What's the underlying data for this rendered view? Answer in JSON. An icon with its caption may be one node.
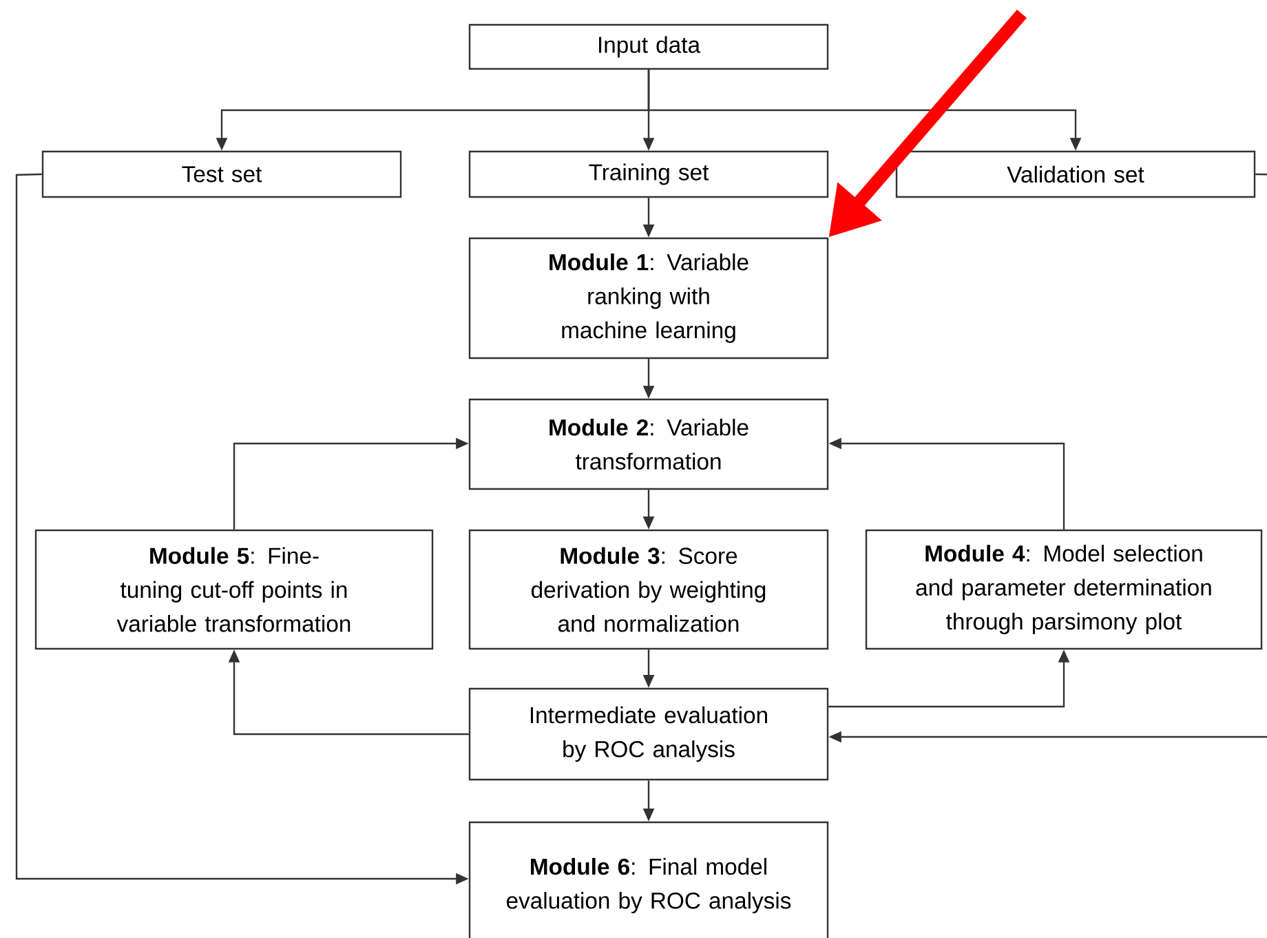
{
  "diagram": {
    "nodes": [
      {
        "text": [
          "Input data"
        ]
      },
      {
        "text": [
          "Test set"
        ]
      },
      {
        "text": [
          "Training set"
        ]
      },
      {
        "text": [
          "Validation set"
        ]
      },
      {
        "text": [
          "**Module 1**: Variable ranking with machine learning"
        ]
      },
      {
        "text": [
          "**Module 2**: Variable transformation"
        ]
      },
      {
        "text": [
          "**Module 5**: Fine-tuning cut-off points in variable transformation"
        ]
      },
      {
        "text": [
          "**Module 3**: Score derivation by weighting and normalization"
        ]
      },
      {
        "text": [
          "**Module 4**: Model selection and parameter determination through parsimony plot"
        ]
      },
      {
        "text": [
          "Intermediate evaluation by ROC analysis"
        ]
      },
      {
        "text": [
          "**Module 6**: Final model evaluation by ROC analysis"
        ]
      }
    ],
    "edges": [
      {
        "from": 0,
        "to": 1,
        "arrow": "to"
      },
      {
        "from": 0,
        "to": 2,
        "arrow": "to"
      },
      {
        "from": 0,
        "to": 3,
        "arrow": "to"
      },
      {
        "from": 2,
        "to": 4,
        "arrow": "to"
      },
      {
        "from": 4,
        "to": 5,
        "arrow": "to"
      },
      {
        "from": 5,
        "to": 7,
        "arrow": "to"
      },
      {
        "from": 7,
        "to": 9,
        "arrow": "to"
      },
      {
        "from": 9,
        "to": 6,
        "arrow": "to"
      },
      {
        "from": 6,
        "to": 5,
        "arrow": "to"
      },
      {
        "from": 9,
        "to": 8,
        "arrow": "to"
      },
      {
        "from": 8,
        "to": 5,
        "arrow": "to"
      },
      {
        "from": 3,
        "to": 9,
        "arrow": "to"
      },
      {
        "from": 9,
        "to": 10,
        "arrow": "to"
      },
      {
        "from": 1,
        "to": 10,
        "arrow": "to"
      },
      {
        "from": null,
        "to": 4,
        "arrow": "to",
        "style": "thick",
        "color": "#ff0000"
      }
    ]
  }
}
